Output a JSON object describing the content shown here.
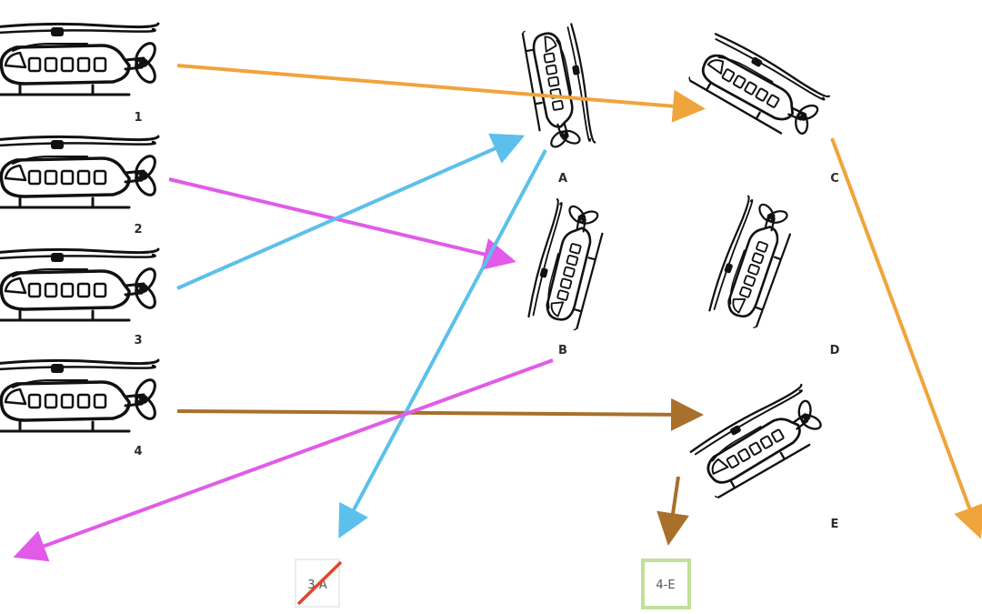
{
  "left_helicopters": [
    {
      "label": "1"
    },
    {
      "label": "2"
    },
    {
      "label": "3"
    },
    {
      "label": "4"
    }
  ],
  "right_helicopters": [
    {
      "label": "A"
    },
    {
      "label": "B"
    },
    {
      "label": "C"
    },
    {
      "label": "D"
    },
    {
      "label": "E"
    }
  ],
  "arrows": [
    {
      "name": "arrow-1-to-c",
      "color": "#F0A43C"
    },
    {
      "name": "arrow-2-to-b",
      "color": "#E15BE8"
    },
    {
      "name": "arrow-3-to-a",
      "color": "#5BC0EB"
    },
    {
      "name": "arrow-4-to-e",
      "color": "#A8702A"
    },
    {
      "name": "arrow-a-to-answer",
      "color": "#5BC0EB"
    },
    {
      "name": "arrow-b-to-offscreen",
      "color": "#E15BE8"
    },
    {
      "name": "arrow-c-to-offscreen",
      "color": "#F0A43C"
    },
    {
      "name": "arrow-e-to-answer",
      "color": "#A8702A"
    }
  ],
  "answers": [
    {
      "text": "3-A",
      "status": "wrong",
      "mark_color": "#E0452B",
      "border_color": "#E6E6E6"
    },
    {
      "text": "4-E",
      "status": "correct",
      "border_color": "#C3DF9A"
    }
  ]
}
